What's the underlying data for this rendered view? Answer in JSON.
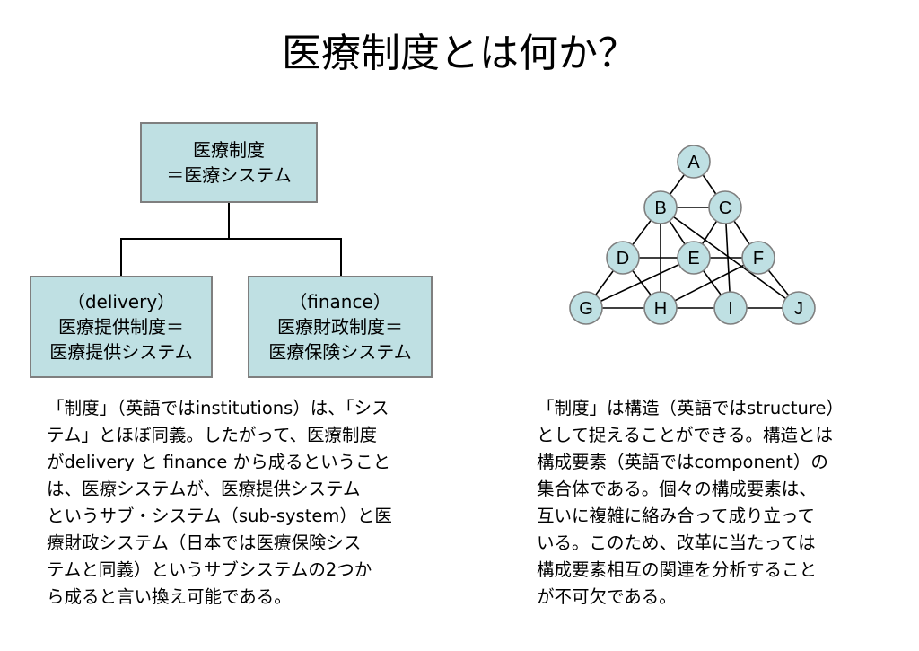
{
  "title": "医療制度とは何か？",
  "org_chart": {
    "top": {
      "line1": "医療制度",
      "line2": "＝医療システム"
    },
    "left": {
      "line1": "（delivery）",
      "line2": "医療提供制度＝",
      "line3": "医療提供システム"
    },
    "right": {
      "line1": "（finance）",
      "line2": "医療財政制度＝",
      "line3": "医療保険システム"
    }
  },
  "network": {
    "nodes": [
      {
        "id": "A"
      },
      {
        "id": "B"
      },
      {
        "id": "C"
      },
      {
        "id": "D"
      },
      {
        "id": "E"
      },
      {
        "id": "F"
      },
      {
        "id": "G"
      },
      {
        "id": "H"
      },
      {
        "id": "I"
      },
      {
        "id": "J"
      }
    ],
    "edges": [
      [
        "A",
        "B"
      ],
      [
        "A",
        "C"
      ],
      [
        "B",
        "C"
      ],
      [
        "B",
        "D"
      ],
      [
        "B",
        "E"
      ],
      [
        "B",
        "H"
      ],
      [
        "B",
        "J"
      ],
      [
        "C",
        "E"
      ],
      [
        "C",
        "F"
      ],
      [
        "C",
        "I"
      ],
      [
        "D",
        "E"
      ],
      [
        "D",
        "G"
      ],
      [
        "D",
        "H"
      ],
      [
        "E",
        "F"
      ],
      [
        "E",
        "G"
      ],
      [
        "E",
        "I"
      ],
      [
        "F",
        "H"
      ],
      [
        "F",
        "J"
      ],
      [
        "G",
        "H"
      ],
      [
        "H",
        "I"
      ],
      [
        "I",
        "J"
      ]
    ]
  },
  "text_left": [
    "「制度」（英語ではinstitutions）は、「シス",
    "テム」とほぼ同義。したがって、医療制度",
    "がdelivery と finance から成るということ",
    "は、医療システムが、医療提供システム",
    "というサブ・システム（sub-system）と医",
    "療財政システム（日本では医療保険シス",
    "テムと同義）というサブシステムの2つか",
    "ら成ると言い換え可能である。"
  ],
  "text_right": [
    "「制度」は構造（英語ではstructure）",
    "として捉えることができる。構造とは",
    "構成要素（英語ではcomponent）の",
    "集合体である。個々の構成要素は、",
    "互いに複雑に絡み合って成り立って",
    "いる。このため、改革に当たっては",
    "構成要素相互の関連を分析すること",
    "が不可欠である。"
  ]
}
